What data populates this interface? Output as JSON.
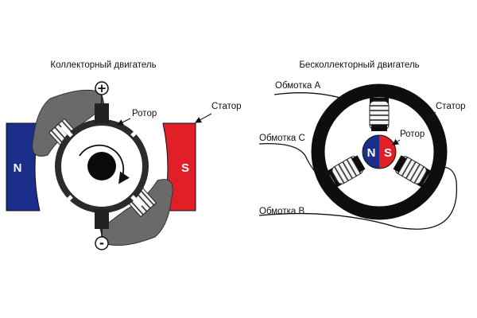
{
  "left_diagram": {
    "title": "Коллекторный двигатель",
    "rotor_label": "Ротор",
    "stator_label": "Статор",
    "pole_n": "N",
    "pole_s": "S",
    "plus_symbol": "+",
    "minus_symbol": "-"
  },
  "right_diagram": {
    "title": "Бесколлекторный двигатель",
    "winding_a": "Обмотка А",
    "winding_b": "Обмотка В",
    "winding_c": "Обмотка С",
    "rotor_label": "Ротор",
    "stator_label": "Статор",
    "pole_n": "N",
    "pole_s": "S"
  },
  "colors": {
    "north_blue": "#1c2e8c",
    "south_red": "#e01f26",
    "rotor_gray": "#6a6a6a",
    "stator_black": "#111111"
  }
}
